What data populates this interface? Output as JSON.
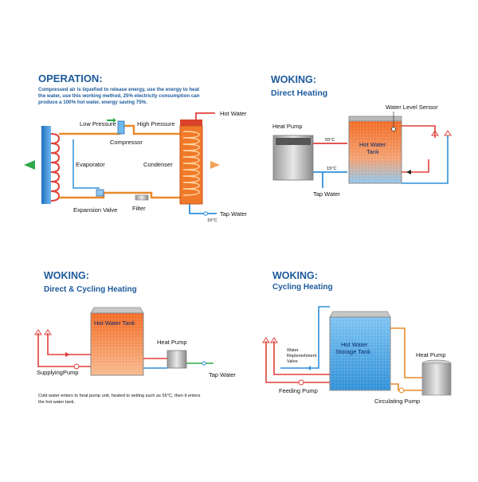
{
  "operation": {
    "title": "OPERATION:",
    "desc_lines": [
      "Compressed air is liquefied to release energy, use the energy to heat",
      "the water, use this working method, 25% electricity consumption can",
      "produce a 100% hot water, energy saving 75%."
    ],
    "labels": {
      "low_pressure": "Low Pressure",
      "high_pressure": "High Pressure",
      "hot_water": "Hot Water",
      "compressor": "Compressor",
      "evaporator": "Evaporator",
      "condenser": "Condenser",
      "expansion_valve": "Expansion Valve",
      "filter": "Filter",
      "tap_water": "Tap Water",
      "temp": "15°C"
    }
  },
  "direct": {
    "title": "WOKING:",
    "subtitle": "Direct Heating",
    "labels": {
      "water_level_sensor": "Water Level Sensor",
      "heat_pump": "Heat Pump",
      "temp_hot": "55°C",
      "tank_line1": "Hot Water",
      "tank_line2": "Tank",
      "temp_cold": "15°C",
      "tap_water": "Tap Water"
    }
  },
  "direct_cycling": {
    "title": "WOKING:",
    "subtitle": "Direct & Cycling Heating",
    "labels": {
      "tank": "Hot Water Tank",
      "heat_pump": "Heat  Pump",
      "supplying_pump": "SupplyingPump",
      "tap_water": "Tap Water"
    },
    "note_lines": [
      "Cold water enters to heat pump unit, heated to setting such as 55°C, then it enters",
      "the hot water tank."
    ]
  },
  "cycling": {
    "title": "WOKING:",
    "subtitle": "Cycling Heating",
    "labels": {
      "replenish_line1": "Water",
      "replenish_line2": "Replenishment",
      "replenish_line3": "Valve",
      "tank_line1": "Hot Water",
      "tank_line2": "Storage Tank",
      "heat_pump": "Heat Pump",
      "feeding_pump": "Feeding Pump",
      "circulating_pump": "Circulating Pump"
    }
  },
  "colors": {
    "heading": "#1c5a9c",
    "hot_pipe": "#e0403a",
    "cold_pipe": "#2f8fd8",
    "refrigerant_pipe": "#e88a2a",
    "hot_tank": "#f07a2a",
    "cold_tank": "#3aa0e8"
  }
}
